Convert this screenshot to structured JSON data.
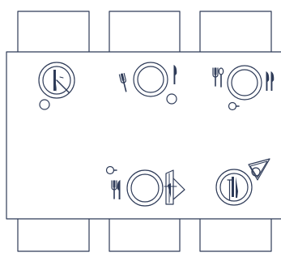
{
  "scene": {
    "subject": "dining-table-place-settings",
    "colors": {
      "line": "#2e3b58",
      "background": "#ffffff",
      "tablecloth": "#ffffff"
    },
    "chairs": [
      {
        "id": "chair-top-1"
      },
      {
        "id": "chair-top-2"
      },
      {
        "id": "chair-top-3"
      },
      {
        "id": "chair-bottom-1"
      },
      {
        "id": "chair-bottom-2"
      },
      {
        "id": "chair-bottom-3"
      }
    ],
    "settings": [
      {
        "id": "setting-top-left",
        "items": [
          "plate",
          "crossed-cutlery",
          "glass"
        ]
      },
      {
        "id": "setting-top-middle",
        "items": [
          "fork",
          "plate",
          "knife",
          "glass"
        ]
      },
      {
        "id": "setting-top-right",
        "items": [
          "fork",
          "spoon",
          "plate",
          "knife",
          "knife",
          "cup"
        ]
      },
      {
        "id": "setting-bottom-middle",
        "items": [
          "cup",
          "fork",
          "knife",
          "plate",
          "folded-napkin"
        ]
      },
      {
        "id": "setting-bottom-right",
        "items": [
          "plate",
          "cutlery",
          "napkin",
          "cup"
        ]
      }
    ]
  }
}
